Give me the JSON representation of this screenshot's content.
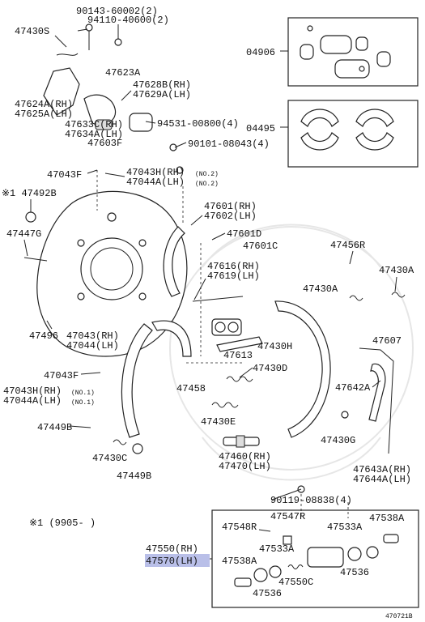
{
  "labels": {
    "l_90143": "90143-60002(2)",
    "l_94110": "94110-40600(2)",
    "l_47430S": "47430S",
    "l_47623A": "47623A",
    "l_47628B": "47628B(RH)",
    "l_47629A": "47629A(LH)",
    "l_47624A": "47624A(RH)",
    "l_47625A": "47625A(LH)",
    "l_47633C": "47633C(RH)",
    "l_47634A": "47634A(LH)",
    "l_94531": "94531-00800(4)",
    "l_47603F": "47603F",
    "l_90101": "90101-08043(4)",
    "l_04906": "04906",
    "l_04495": "04495",
    "l_47043F_top": "47043F",
    "l_47043H_top": "47043H(RH)",
    "l_47043H_top_note": "(NO.2)",
    "l_47044A_top": "47044A(LH)",
    "l_47044A_top_note": "(NO.2)",
    "l_47492B": "※1 47492B",
    "l_47447G": "47447G",
    "l_47601": "47601(RH)",
    "l_47602": "47602(LH)",
    "l_47601D": "47601D",
    "l_47601C": "47601C",
    "l_47456R": "47456R",
    "l_47430A_r": "47430A",
    "l_47430A_l": "47430A",
    "l_47616": "47616(RH)",
    "l_47619": "47619(LH)",
    "l_47496": "47496",
    "l_47043_mid": "47043(RH)",
    "l_47044_mid": "47044(LH)",
    "l_47613": "47613",
    "l_47430H": "47430H",
    "l_47607": "47607",
    "l_47043F_bot": "47043F",
    "l_47430D": "47430D",
    "l_47458": "47458",
    "l_47642A": "47642A",
    "l_47043H_bot": "47043H(RH)",
    "l_47043H_bot_note": "(NO.1)",
    "l_47044A_bot": "47044A(LH)",
    "l_47044A_bot_note": "(NO.1)",
    "l_47430E": "47430E",
    "l_47449B_l": "47449B",
    "l_47430G": "47430G",
    "l_47430C": "47430C",
    "l_47460": "47460(RH)",
    "l_47470": "47470(LH)",
    "l_47449B_b": "47449B",
    "l_47643A": "47643A(RH)",
    "l_47644A": "47644A(LH)",
    "l_90119": "90119-08838(4)",
    "l_note1": "※1 (9905-      )",
    "l_47547R": "47547R",
    "l_47538A_r": "47538A",
    "l_47548R": "47548R",
    "l_47533A_r": "47533A",
    "l_47550": "47550(RH)",
    "l_47533A_m": "47533A",
    "l_47570": "47570(LH)",
    "l_47538A_l": "47538A",
    "l_47536_r": "47536",
    "l_47550C": "47550C",
    "l_47536_b": "47536",
    "l_diagram_id": "470721B"
  },
  "colors": {
    "highlight": "#b9bfe8",
    "line": "#222222"
  }
}
